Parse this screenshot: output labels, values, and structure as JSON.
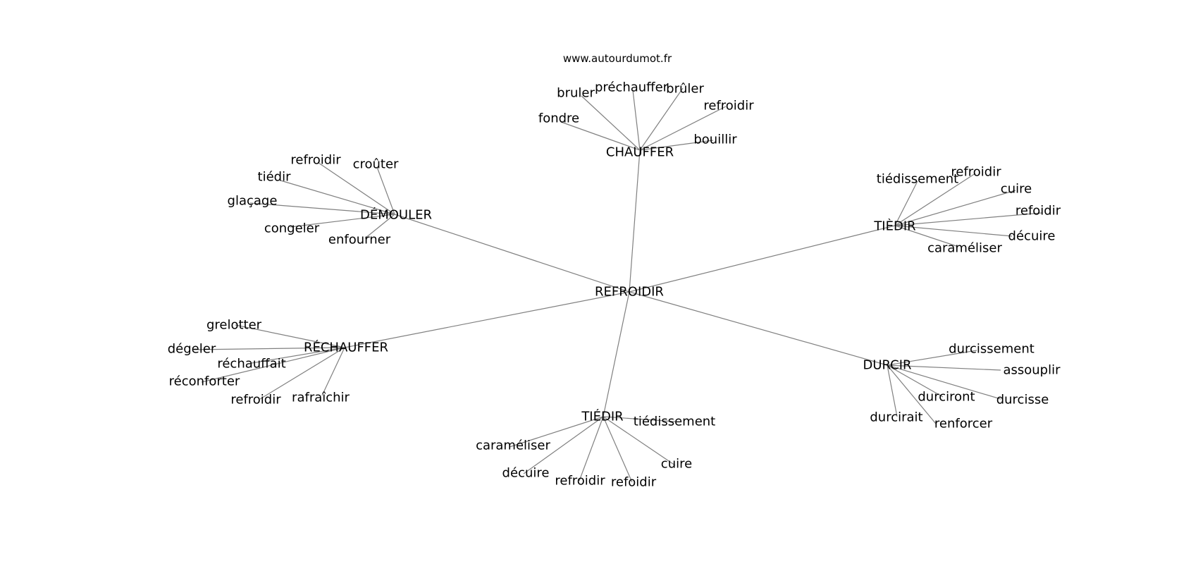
{
  "site": "www.autourdumot.fr",
  "colors": {
    "edge": "#808080",
    "text": "#000000",
    "background": "#ffffff"
  },
  "graph": {
    "center": "REFROIDIR",
    "clusters": [
      {
        "hub": "CHAUFFER",
        "leaves": [
          "bruler",
          "préchauffer",
          "brûler",
          "refroidir",
          "fondre",
          "bouillir"
        ]
      },
      {
        "hub": "DÉMOULER",
        "leaves": [
          "refroidir",
          "croûter",
          "tiédir",
          "glaçage",
          "congeler",
          "enfourner"
        ]
      },
      {
        "hub": "TIÈDIR",
        "leaves": [
          "tiédissement",
          "refroidir",
          "cuire",
          "refoidir",
          "décuire",
          "caraméliser"
        ]
      },
      {
        "hub": "RÉCHAUFFER",
        "leaves": [
          "grelotter",
          "dégeler",
          "réchauffait",
          "réconforter",
          "refroidir",
          "rafraîchir"
        ]
      },
      {
        "hub": "DURCIR",
        "leaves": [
          "durcissement",
          "assouplir",
          "durciront",
          "durcisse",
          "durcirait",
          "renforcer"
        ]
      },
      {
        "hub": "TIÉDIR",
        "leaves": [
          "tiédissement",
          "caraméliser",
          "décuire",
          "refroidir",
          "refoidir",
          "cuire"
        ]
      }
    ]
  }
}
